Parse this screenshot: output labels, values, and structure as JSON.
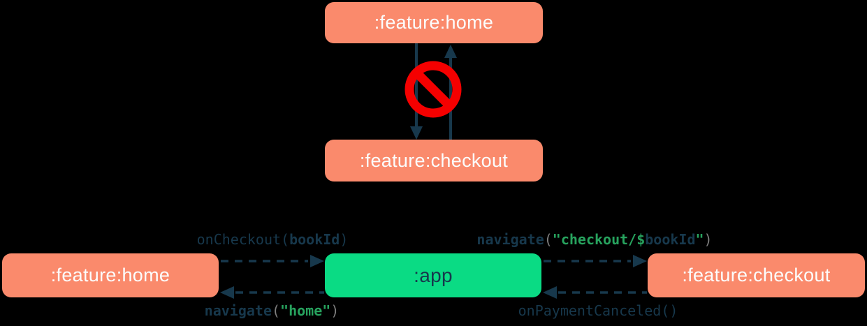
{
  "colors": {
    "background": "#000000",
    "module_box": "#FA8A6C",
    "app_box": "#0ADB84",
    "arrow_navy": "#17384C",
    "code_navy": "#17384C",
    "code_green": "#27A35E",
    "code_gray": "#7E7E7E",
    "forbidden_red": "#F50000",
    "box_text_light": "#FCFDFD"
  },
  "top_diagram": {
    "home_module": ":feature:home",
    "checkout_module": ":feature:checkout",
    "forbidden_icon": "no-entry-icon"
  },
  "bottom_diagram": {
    "home_module": ":feature:home",
    "app_module": ":app",
    "checkout_module": ":feature:checkout",
    "on_checkout": {
      "fn": "onCheckout(",
      "arg": "bookId",
      "close": ")"
    },
    "navigate_home": {
      "fn": "navigate",
      "open": "(",
      "str": "\"home\"",
      "close": ")"
    },
    "navigate_checkout": {
      "fn": "navigate",
      "open": "(",
      "str_open": "\"checkout/$",
      "var": "bookId",
      "str_close": "\"",
      "close": ")"
    },
    "on_payment_canceled": {
      "fn": "onPaymentCanceled()"
    }
  }
}
